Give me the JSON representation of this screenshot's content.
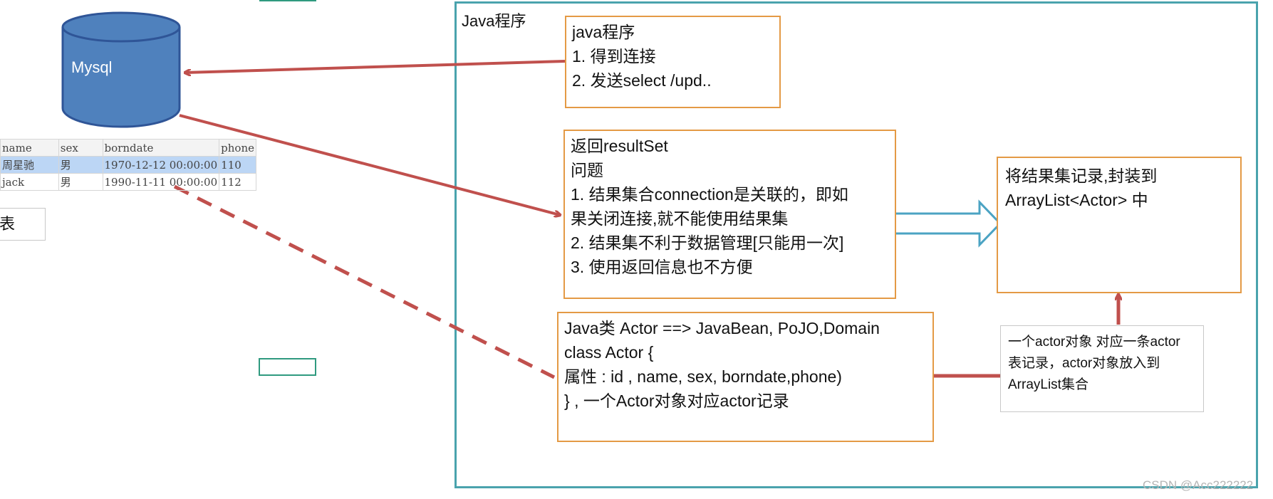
{
  "frame": {
    "title": "Java程序"
  },
  "database": {
    "label": "Mysql"
  },
  "table": {
    "headers": [
      "name",
      "sex",
      "borndate",
      "phone"
    ],
    "rows": [
      [
        "周星驰",
        "男",
        "1970-12-12 00:00:00",
        "110"
      ],
      [
        "jack",
        "男",
        "1990-11-11 00:00:00",
        "112"
      ]
    ]
  },
  "table_label": "表",
  "box_java": {
    "lines": [
      "java程序",
      "1. 得到连接",
      "2. 发送select /upd.."
    ]
  },
  "box_result": {
    "lines": [
      "返回resultSet",
      "问题",
      "1. 结果集合connection是关联的，即如",
      "果关闭连接,就不能使用结果集",
      "2. 结果集不利于数据管理[只能用一次]",
      "3. 使用返回信息也不方便"
    ]
  },
  "box_wrap": {
    "lines": [
      "将结果集记录,封装到",
      "ArrayList<Actor> 中"
    ]
  },
  "box_actor": {
    "lines": [
      "Java类 Actor  ==> JavaBean, PoJO,Domain",
      "class Actor {",
      "属性 : id , name, sex, borndate,phone)",
      "} , 一个Actor对象对应actor记录"
    ]
  },
  "note": {
    "lines": [
      "一个actor对象 对应一条actor",
      "表记录，actor对象放入到",
      "ArrayList集合"
    ]
  },
  "watermark": "CSDN @Acc222222",
  "colors": {
    "frame": "#4aa3ad",
    "orange_box": "#e49a45",
    "red_arrow": "#c0504d",
    "db_fill": "#4f81bd",
    "db_stroke": "#2f5597",
    "blue_arrow": "#4ba3c3"
  }
}
